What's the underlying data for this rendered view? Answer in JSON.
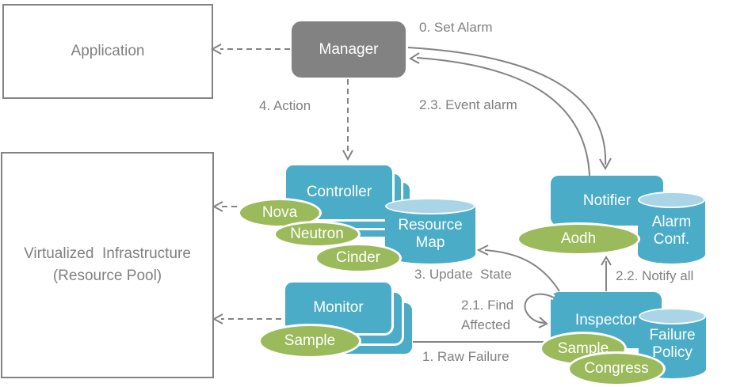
{
  "colors": {
    "teal": "#4AACC6",
    "teal_light": "#A9D5E6",
    "green": "#9BBA5B",
    "gray": "#828282",
    "label_gray": "#808080",
    "white": "#FFFFFF"
  },
  "boxes": {
    "application": {
      "label": "Application"
    },
    "infrastructure": {
      "line1": "Virtualized  Infrastructure",
      "line2": "(Resource Pool)"
    }
  },
  "components": {
    "manager": "Manager",
    "controller": "Controller",
    "monitor": "Monitor",
    "notifier": "Notifier",
    "inspector": "Inspector"
  },
  "datastores": {
    "resource_map": {
      "line1": "Resource",
      "line2": "Map"
    },
    "alarm_conf": {
      "line1": "Alarm",
      "line2": "Conf."
    },
    "failure_policy": {
      "line1": "Failure",
      "line2": "Policy"
    }
  },
  "plugins": {
    "nova": "Nova",
    "neutron": "Neutron",
    "cinder": "Cinder",
    "monitor_sample": "Sample",
    "aodh": "Aodh",
    "inspector_sample": "Sample",
    "congress": "Congress"
  },
  "flow_labels": {
    "set_alarm": "0. Set Alarm",
    "action": "4. Action",
    "event_alarm": "2.3. Event alarm",
    "update_state": "3. Update  State",
    "find_affected_line1": "2.1. Find",
    "find_affected_line2": "Affected",
    "notify_all": "2.2. Notify all",
    "raw_failure": "1. Raw Failure"
  }
}
